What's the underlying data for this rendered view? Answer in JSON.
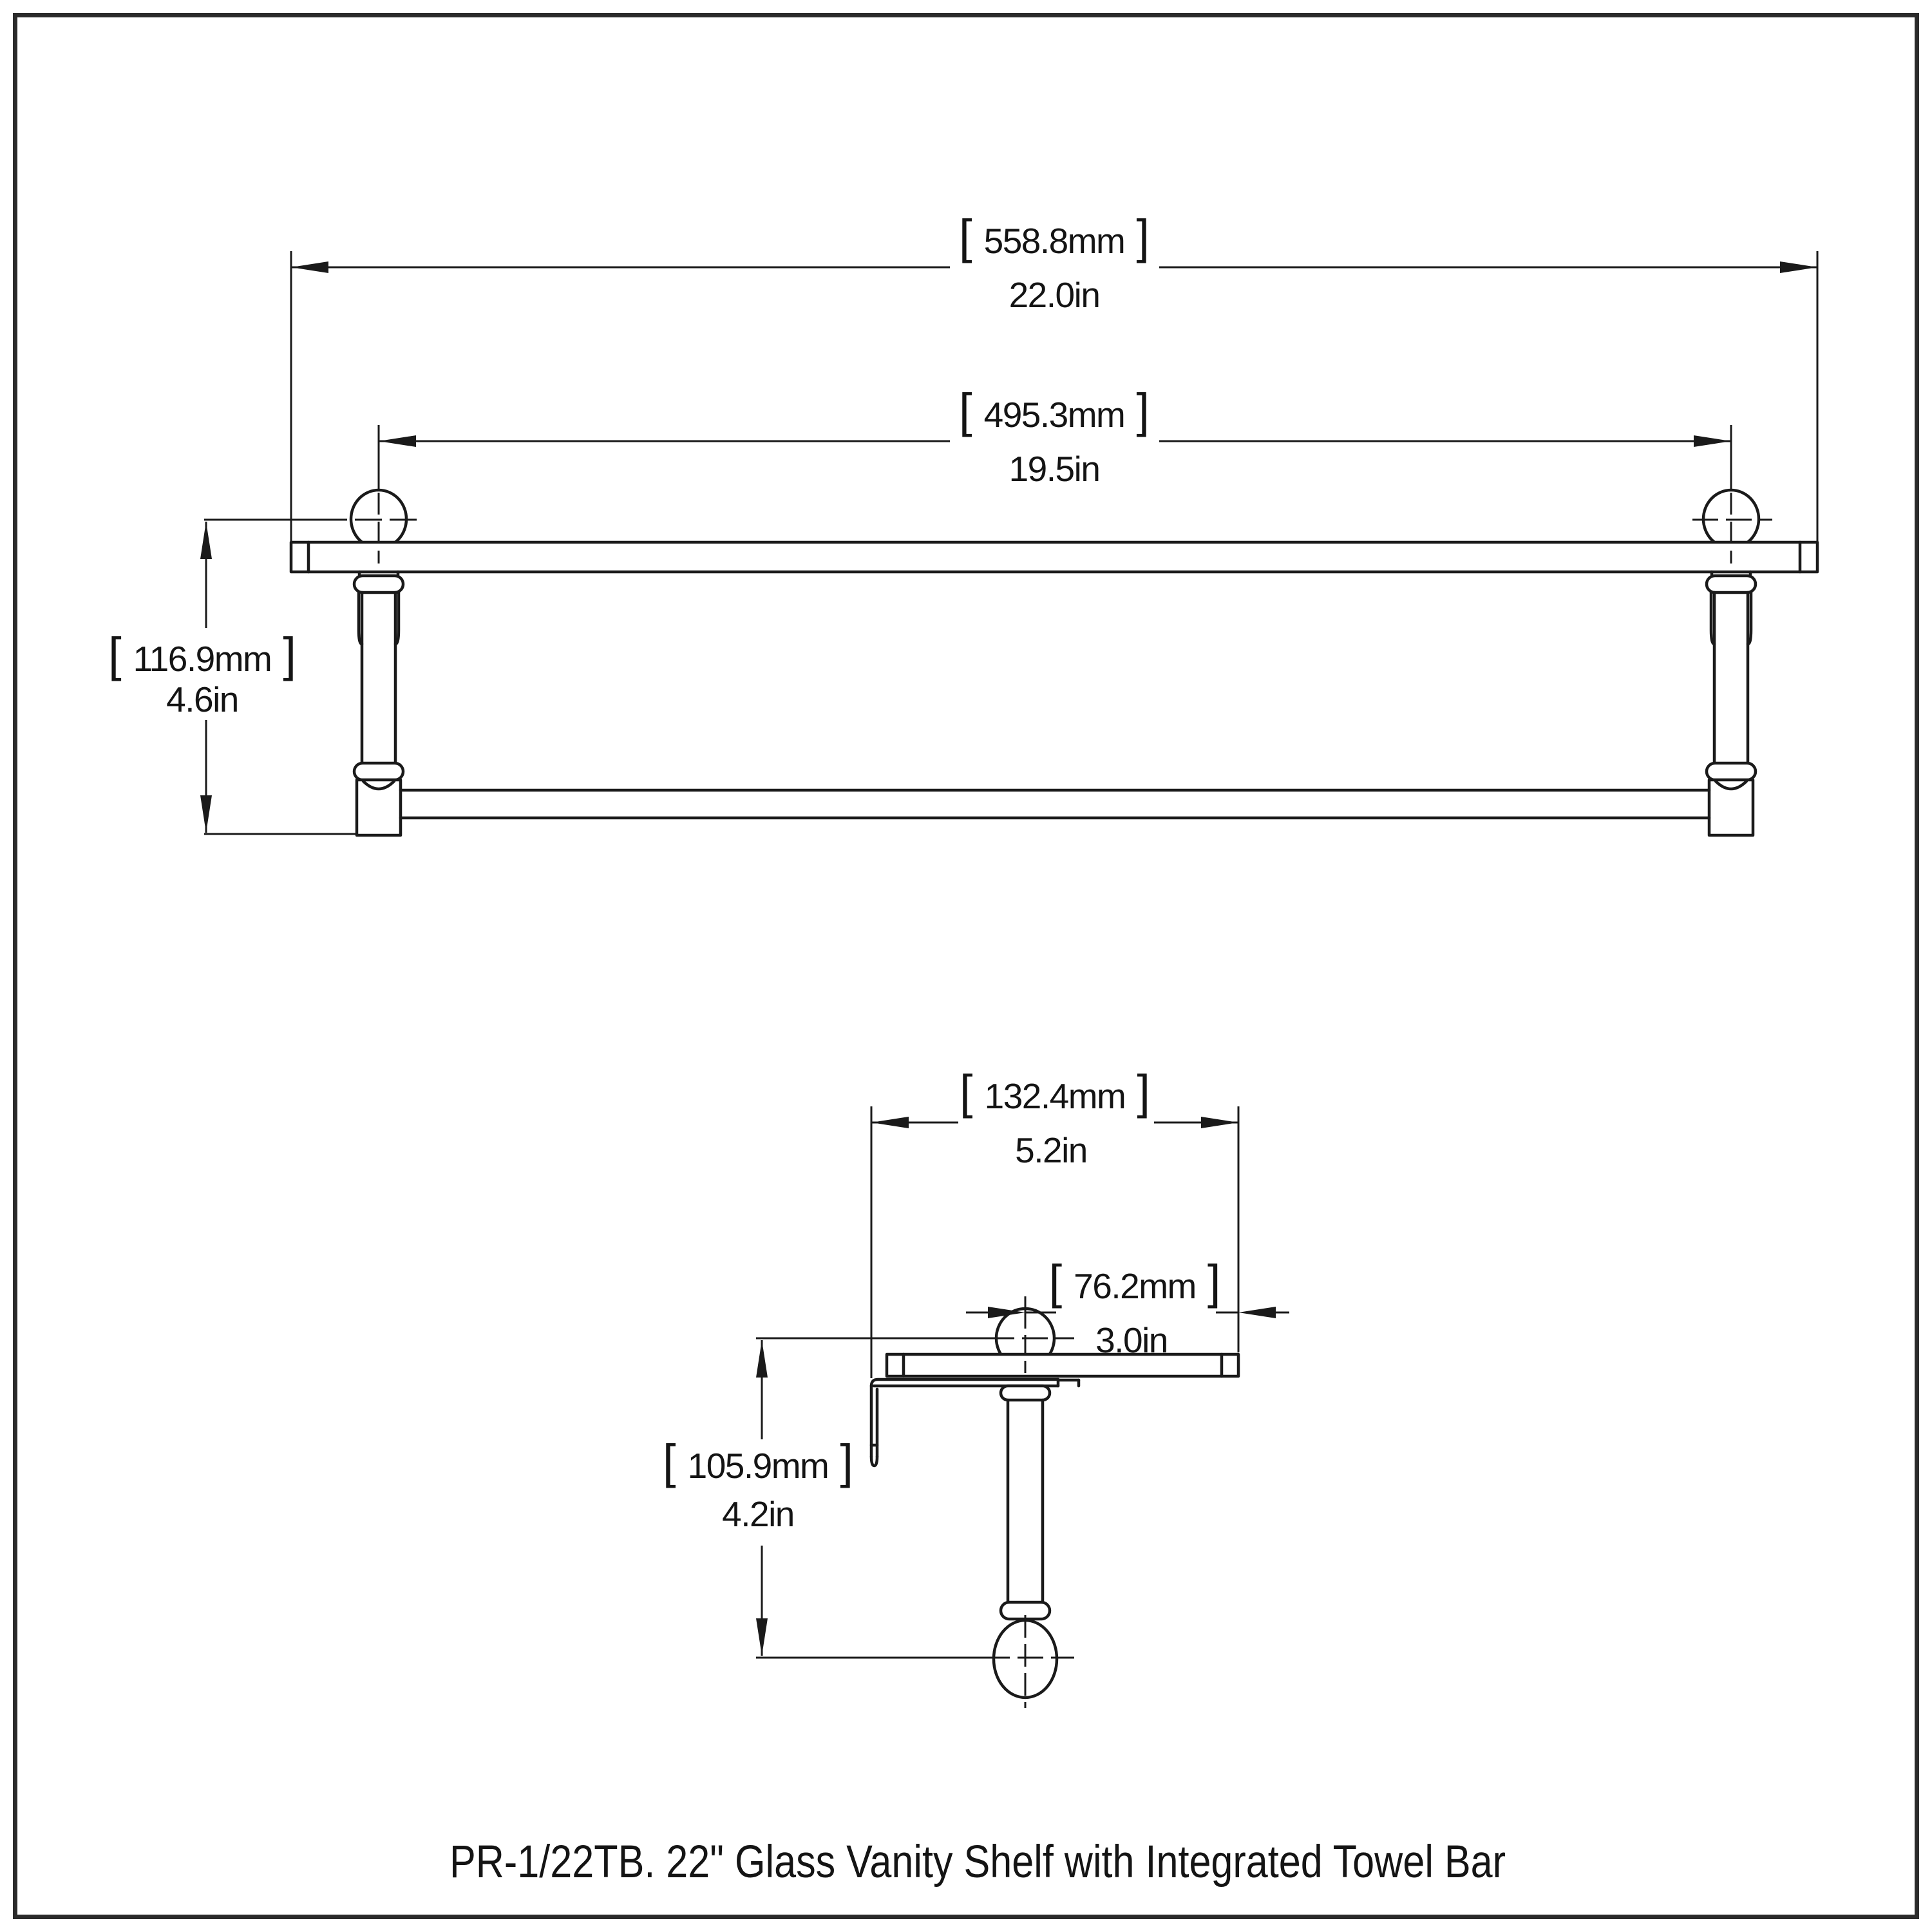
{
  "caption": "PR-1/22TB. 22\" Glass Vanity Shelf with Integrated Towel Bar",
  "symbols": {
    "bracket_open": "[",
    "bracket_close": "]"
  },
  "front_view": {
    "label": "front-elevation",
    "dim_overall_width": {
      "mm": "558.8mm",
      "in": "22.0in"
    },
    "dim_post_spacing": {
      "mm": "495.3mm",
      "in": "19.5in"
    },
    "dim_height": {
      "mm": "116.9mm",
      "in": "4.6in"
    }
  },
  "side_view": {
    "label": "side-profile",
    "dim_depth": {
      "mm": "132.4mm",
      "in": "5.2in"
    },
    "dim_post_offset": {
      "mm": "76.2mm",
      "in": "3.0in"
    },
    "dim_drop": {
      "mm": "105.9mm",
      "in": "4.2in"
    }
  },
  "colors": {
    "background": "#ffffff",
    "line": "#1a1a1a",
    "frame": "#2b2b2b"
  }
}
